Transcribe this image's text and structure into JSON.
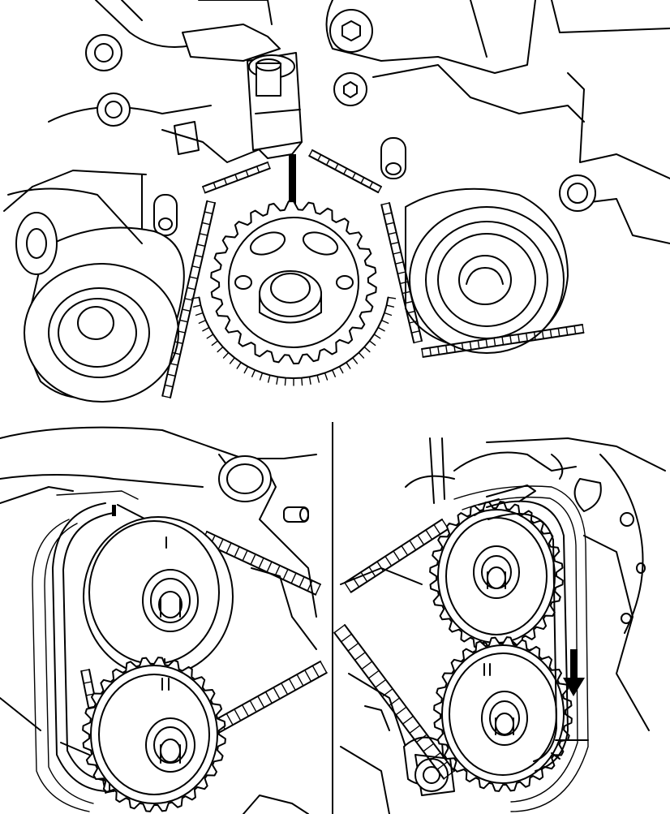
{
  "figure": {
    "panels": [
      {
        "id": "top",
        "subject": "crankshaft-sprocket-alignment"
      },
      {
        "id": "bottom-left",
        "subject": "left-camshaft-sprockets"
      },
      {
        "id": "bottom-right",
        "subject": "right-camshaft-sprockets-with-rotation-arrow"
      }
    ],
    "stroke_color": "#000000",
    "background_color": "#ffffff"
  }
}
